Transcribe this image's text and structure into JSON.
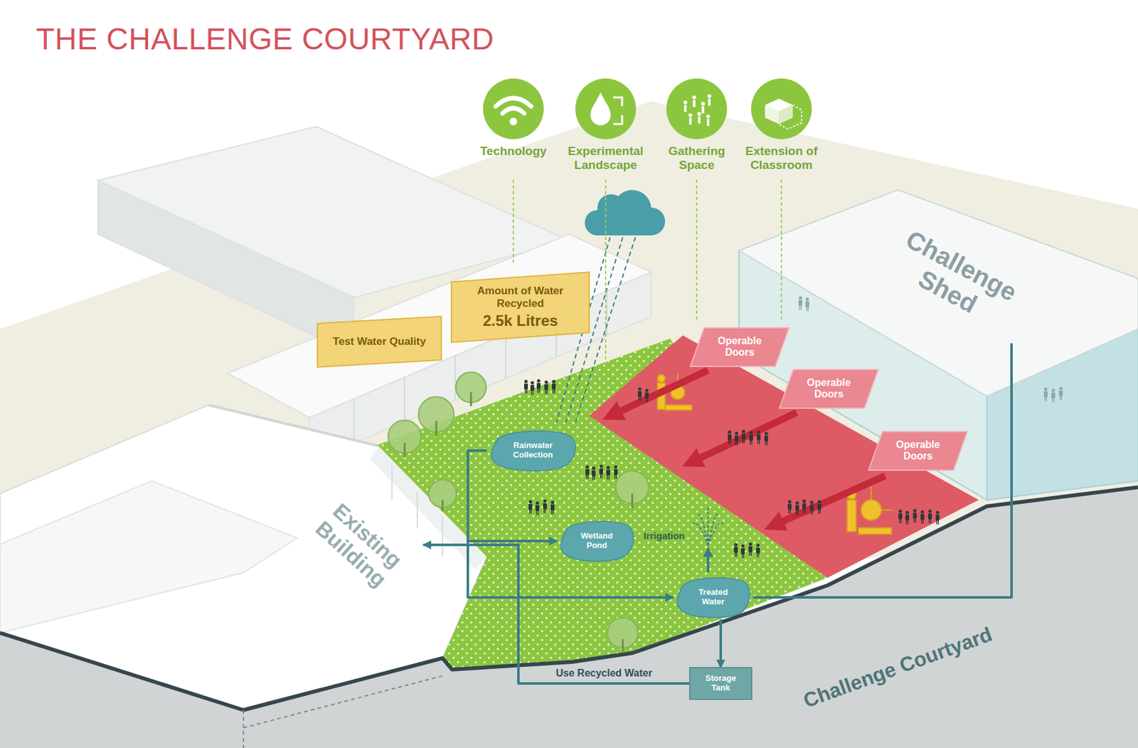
{
  "diagram": {
    "title": "THE CHALLENGE COURTYARD",
    "nodes": [
      {
        "text": [
          "Technology"
        ]
      },
      {
        "text": [
          "Experimental Landscape"
        ]
      },
      {
        "text": [
          "Gathering Space"
        ]
      },
      {
        "text": [
          "Extension of Classroom"
        ]
      },
      {
        "text": [
          "Test Water Quality"
        ]
      },
      {
        "text": [
          "Amount of Water Recycled",
          "2.5k Litres"
        ]
      },
      {
        "text": [
          "Challenge Shed"
        ]
      },
      {
        "text": [
          "Operable Doors"
        ]
      },
      {
        "text": [
          "Operable Doors"
        ]
      },
      {
        "text": [
          "Operable Doors"
        ]
      },
      {
        "text": [
          "Rainwater Collection"
        ]
      },
      {
        "text": [
          "Existing Building"
        ]
      },
      {
        "text": [
          "Wetland Pond"
        ]
      },
      {
        "text": [
          "Treated Water"
        ]
      },
      {
        "text": [
          "Storage Tank"
        ]
      }
    ],
    "edges": [
      {
        "from": 10,
        "to": 12,
        "arrow": "to"
      },
      {
        "from": 10,
        "to": 13,
        "arrow": "to"
      },
      {
        "from": 13,
        "to": 14,
        "arrow": "to"
      },
      {
        "from": 14,
        "to": 11,
        "label": "Use Recycled Water",
        "arrow": "to"
      },
      {
        "from": 13,
        "to": 6,
        "arrow": "none"
      }
    ],
    "labels": [
      "Irrigation",
      "Challenge Courtyard"
    ]
  }
}
